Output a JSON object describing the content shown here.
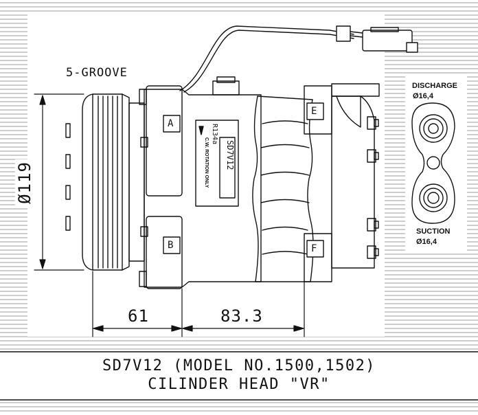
{
  "drawing": {
    "groove_label": "5-GROOVE",
    "discharge": {
      "label": "DISCHARGE",
      "size": "Ø16,4"
    },
    "suction": {
      "label": "SUCTION",
      "size": "Ø16,4"
    },
    "diameter_dim": "Ø119",
    "dim_left": "61",
    "dim_right": "83.3",
    "title_line1": "SD7V12 (MODEL NO.1500,1502)",
    "title_line2": "CILINDER HEAD \"VR\"",
    "nameplate": {
      "model": "SD7V12",
      "refrigerant": "R134a",
      "rotation": "C.W. ROTATION ONLY"
    },
    "markers": [
      "A",
      "B",
      "E",
      "F"
    ]
  }
}
